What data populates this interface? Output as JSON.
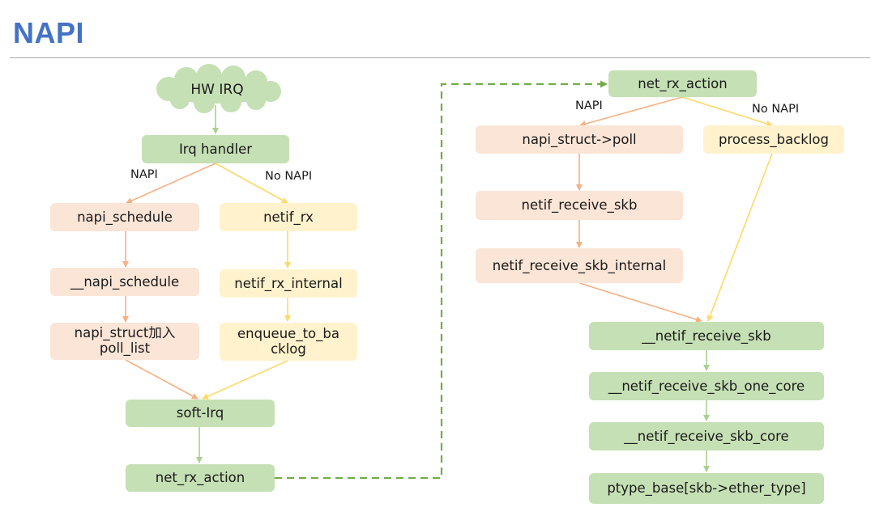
{
  "title": "NAPI",
  "nodes": {
    "hw_irq": "HW IRQ",
    "irq_handler": "Irq handler",
    "napi_schedule": "napi_schedule",
    "napi_schedule2": "__napi_schedule",
    "napi_struct_add": "napi_struct加入\npoll_list",
    "netif_rx": "netif_rx",
    "netif_rx_internal": "netif_rx_internal",
    "enqueue_to_backlog": "enqueue_to_ba\ncklog",
    "soft_irq": "soft-Irq",
    "net_rx_action_left": "net_rx_action",
    "net_rx_action_right": "net_rx_action",
    "napi_poll": "napi_struct->poll",
    "netif_receive_skb": "netif_receive_skb",
    "netif_receive_skb_internal": "netif_receive_skb_internal",
    "process_backlog": "process_backlog",
    "netif_receive_skb2": "__netif_receive_skb",
    "netif_receive_skb_one_core": "__netif_receive_skb_one_core",
    "netif_receive_skb_core": "__netif_receive_skb_core",
    "ptype_base": "ptype_base[skb->ether_type]"
  },
  "edge_labels": {
    "left_napi": "NAPI",
    "left_no_napi": "No NAPI",
    "right_napi": "NAPI",
    "right_no_napi": "No NAPI"
  },
  "colors": {
    "title": "#4472c4",
    "green": "#c5e0b4",
    "pink": "#fbe5d6",
    "yellow": "#fff2cc",
    "green_edge": "#a9d18e",
    "pink_edge": "#f4b183",
    "yellow_edge": "#ffd966",
    "dashed_edge": "#70ad47"
  }
}
